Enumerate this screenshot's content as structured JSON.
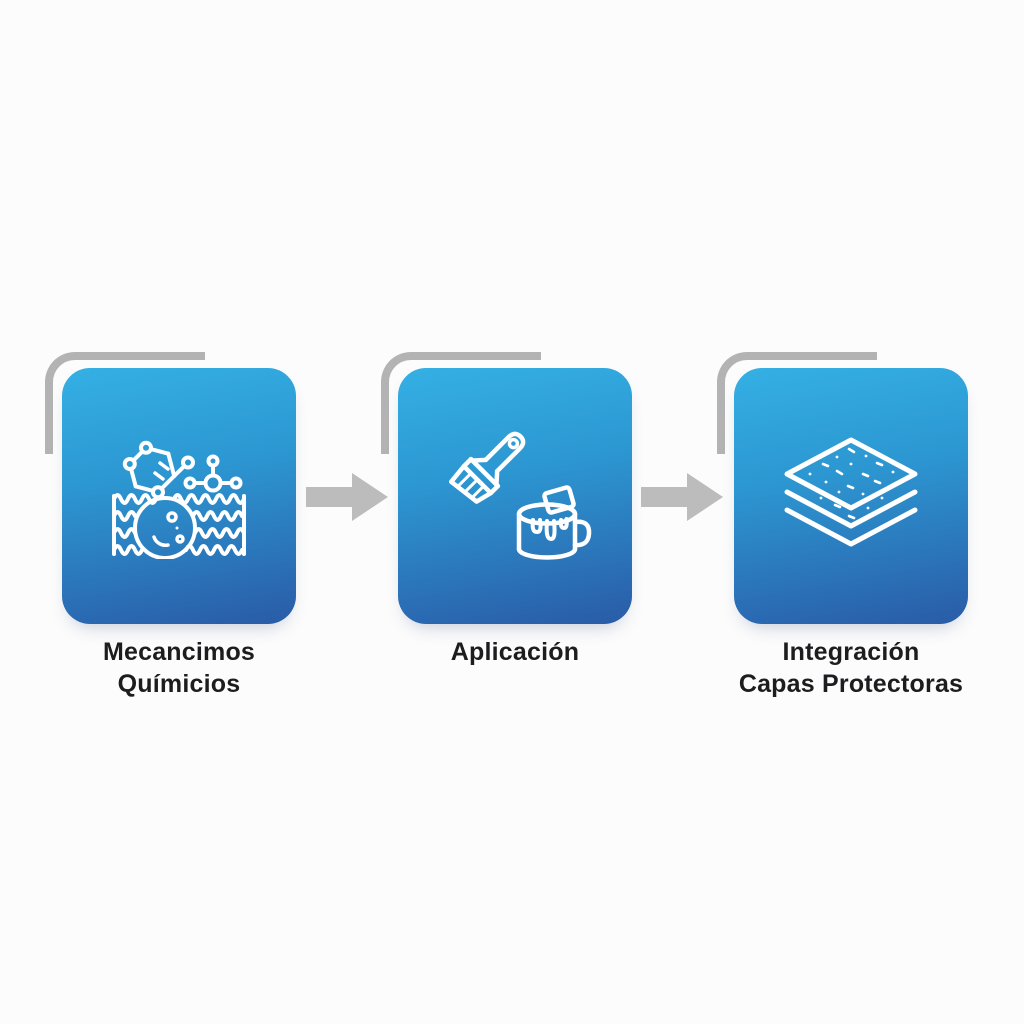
{
  "diagram_title": "",
  "steps": [
    {
      "icon": "molecules-water-icon",
      "label_lines": [
        "Mecancimos",
        "Químicios"
      ]
    },
    {
      "icon": "paintbrush-paint-can-icon",
      "label_lines": [
        "Aplicación"
      ]
    },
    {
      "icon": "layered-sheets-icon",
      "label_lines": [
        "Integración",
        "Capas Protectoras"
      ]
    }
  ],
  "arrows": [
    {
      "direction": "right"
    },
    {
      "direction": "right"
    }
  ],
  "colors": {
    "background": "#fcfcfc",
    "card_gradient_top": "#34b0e4",
    "card_gradient_bottom": "#2a5ba7",
    "icon_stroke": "#ffffff",
    "corner_accent": "#b3b3b3",
    "arrow": "#bcbcbc",
    "label_text": "#1d1d1f"
  }
}
